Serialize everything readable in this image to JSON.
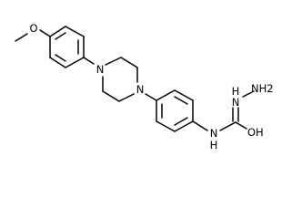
{
  "labels": {
    "oxygen_methoxy": "O",
    "nitrogen_piperazine_1": "N",
    "nitrogen_piperazine_2": "N",
    "nitrogen_amide": "N",
    "hydrogen_amide": "H",
    "nitrogen_hydrazine": "N",
    "hydrogen_hydrazine": "H",
    "amino_nh2": "NH2",
    "hydroxyl": "OH"
  }
}
